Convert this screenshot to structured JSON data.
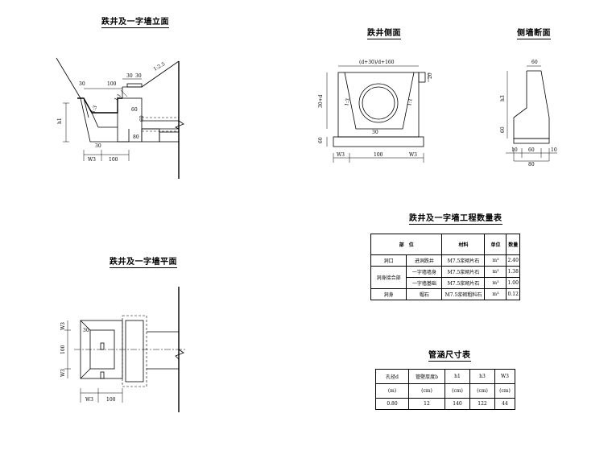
{
  "titles": {
    "elevation": "跌井及一字墙立面",
    "side_view": "跌井侧面",
    "section": "侧墙断面",
    "plan": "跌井及一字墙平面",
    "qty_table": "跌井及一字墙工程数量表",
    "pipe_table": "管涵尺寸表"
  },
  "elevation_dims": {
    "d30a": "30",
    "d30b": "30",
    "d30c": "30",
    "d100a": "100",
    "slope_main": "1:2.5",
    "slope_1a": "1:1",
    "slope_1b": "1:3",
    "d60a": "60",
    "d60b": "60",
    "d80": "80",
    "h": "h1",
    "d30d": "30",
    "w": "W3",
    "d100b": "100"
  },
  "side_dims": {
    "top": "(d+30)/d+160",
    "d20": "20",
    "left": "30+d",
    "slope_l": "1:3",
    "slope_r": "1:1",
    "d30": "30",
    "d60": "60",
    "w": "W3",
    "d100": "100",
    "w2": "W3"
  },
  "section_dims": {
    "top": "60",
    "h": "h3",
    "d60": "60",
    "b10a": "10",
    "b60": "60",
    "b10b": "10",
    "b80": "80"
  },
  "plan_dims": {
    "w3a": "W3",
    "d30": "30",
    "d100": "100",
    "w3b": "W3",
    "w": "W3",
    "d100b": "100"
  },
  "qty_table": {
    "headers": [
      "部　位",
      "材料",
      "单位",
      "数量"
    ],
    "rows": [
      {
        "part": "洞口",
        "sub": "进洞跌井",
        "material": "M7.5浆砌片石",
        "unit": "m³",
        "qty": "2.40"
      },
      {
        "part": "洞身接合部",
        "sub": "一字墙墙身",
        "material": "M7.5浆砌片石",
        "unit": "m³",
        "qty": "1.38"
      },
      {
        "part": "",
        "sub": "一字墙基础",
        "material": "M7.5浆砌片石",
        "unit": "m³",
        "qty": "1.00"
      },
      {
        "part": "洞身",
        "sub": "帽石",
        "material": "M7.5浆砌粗料石",
        "unit": "m³",
        "qty": "0.12"
      }
    ]
  },
  "pipe_table": {
    "headers": [
      "孔径d",
      "管壁厚度b",
      "h1",
      "h3",
      "W3"
    ],
    "units": [
      "(m)",
      "(cm)",
      "(cm)",
      "(cm)",
      "(cm)"
    ],
    "row": [
      "0.80",
      "12",
      "140",
      "122",
      "44"
    ]
  }
}
